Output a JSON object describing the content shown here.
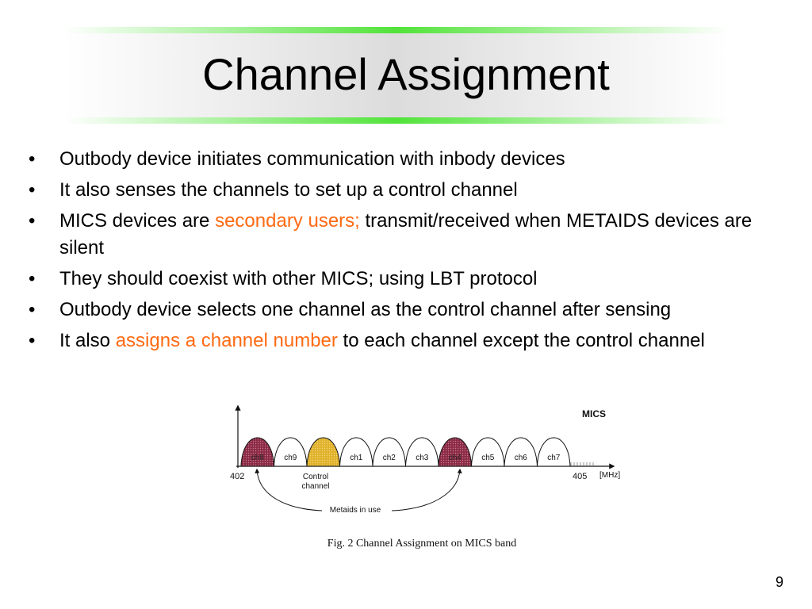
{
  "slide": {
    "title": "Channel Assignment",
    "page_number": "9"
  },
  "bullets": [
    {
      "parts": [
        {
          "text": "Outbody device initiates communication with inbody devices",
          "highlight": false
        }
      ]
    },
    {
      "parts": [
        {
          "text": "It also senses the channels to set up a control channel",
          "highlight": false
        }
      ]
    },
    {
      "parts": [
        {
          "text": "MICS devices are ",
          "highlight": false
        },
        {
          "text": "secondary users;",
          "highlight": true
        },
        {
          "text": " transmit/received when METAIDS devices are silent",
          "highlight": false
        }
      ]
    },
    {
      "parts": [
        {
          "text": "They should coexist with other MICS; using LBT protocol",
          "highlight": false
        }
      ]
    },
    {
      "parts": [
        {
          "text": "Outbody device selects one channel as the control channel after sensing",
          "highlight": false
        }
      ]
    },
    {
      "parts": [
        {
          "text": "It also ",
          "highlight": false
        },
        {
          "text": "assigns a channel number",
          "highlight": true
        },
        {
          "text": " to each channel except the control channel",
          "highlight": false
        }
      ]
    }
  ],
  "figure": {
    "band_label": "MICS",
    "freq_start": "402",
    "freq_end": "405",
    "unit": "[MHz]",
    "control_label_line1": "Control",
    "control_label_line2": "channel",
    "metaids_label": "Metaids in use",
    "caption": "Fig. 2  Channel Assignment on MICS band",
    "channels": [
      {
        "label": "ch8",
        "state": "metaids"
      },
      {
        "label": "ch9",
        "state": "free"
      },
      {
        "label": "",
        "state": "control"
      },
      {
        "label": "ch1",
        "state": "free"
      },
      {
        "label": "ch2",
        "state": "free"
      },
      {
        "label": "ch3",
        "state": "free"
      },
      {
        "label": "ch4",
        "state": "metaids"
      },
      {
        "label": "ch5",
        "state": "free"
      },
      {
        "label": "ch6",
        "state": "free"
      },
      {
        "label": "ch7",
        "state": "free"
      }
    ]
  },
  "colors": {
    "highlight": "#ff6a13",
    "metaids_fill": "#8b2a45",
    "control_fill": "#e0b12a",
    "title_rule": "#52e33a"
  }
}
